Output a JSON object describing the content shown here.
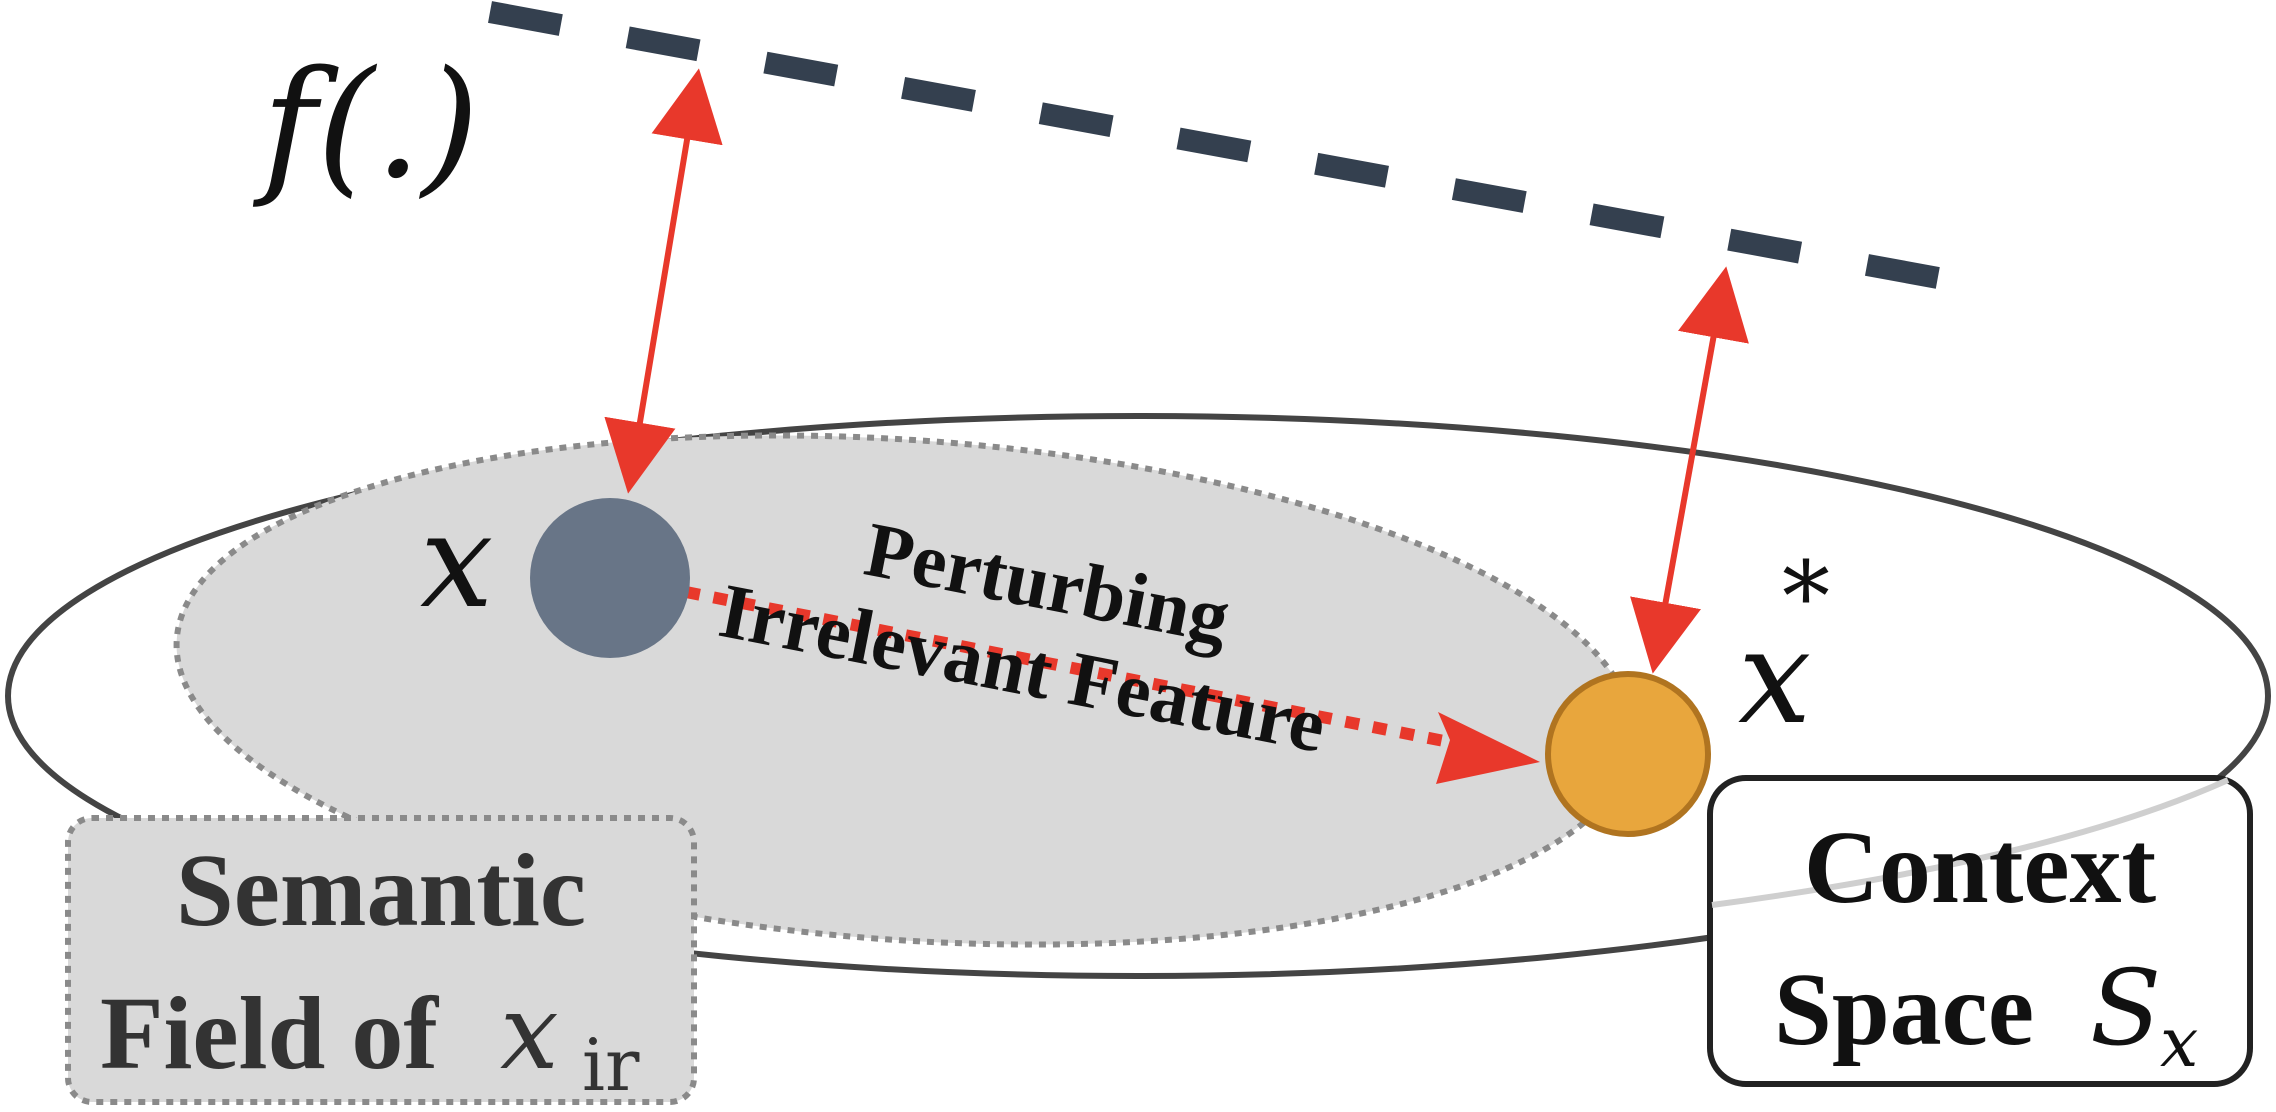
{
  "function_label": "f(.)",
  "point_x_label": "x",
  "point_xstar_label": "x",
  "point_xstar_superscript": "*",
  "perturb_label_line1": "Perturbing",
  "perturb_label_line2": "Irrelevant Feature",
  "semantic_box": {
    "line1": "Semantic",
    "line2": "Field of",
    "symbol": "x",
    "subscript": "ir"
  },
  "context_box": {
    "line1": "Context",
    "line2": "Space",
    "symbol": "S",
    "subscript": "x"
  },
  "colors": {
    "dashed_line": "#34404f",
    "arrow_red": "#e8382b",
    "point_x_fill": "#687587",
    "point_xstar_fill": "#e8a63d",
    "point_xstar_stroke": "#b07420",
    "semantic_field_fill": "#d9d9d9",
    "ellipse_stroke": "#444444"
  }
}
